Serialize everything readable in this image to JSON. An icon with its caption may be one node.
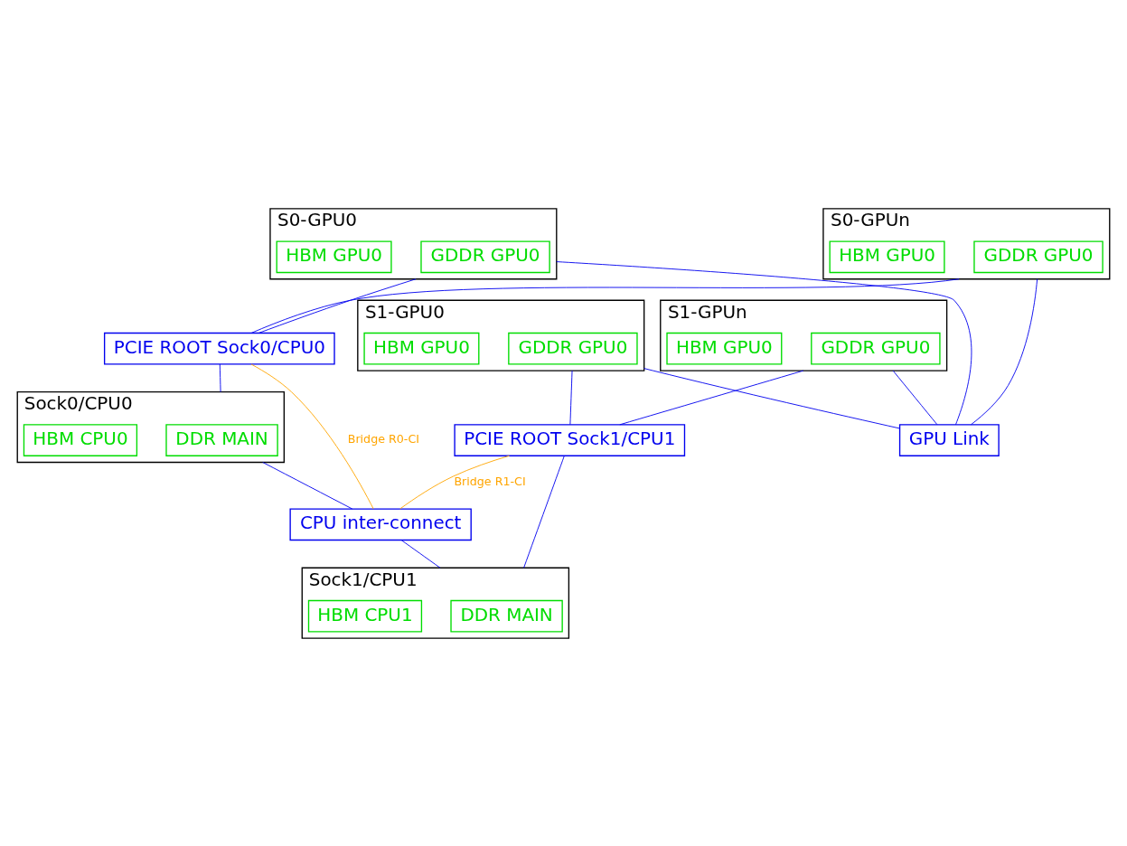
{
  "diagram": {
    "nodes": [
      {
        "text": [
          "S0-GPU0"
        ]
      },
      {
        "text": [
          "GDDR GPU0"
        ],
        "in": 0
      },
      {
        "text": [
          "HBM GPU0"
        ],
        "in": 0
      },
      {
        "text": [
          "S1-GPU0"
        ]
      },
      {
        "text": [
          "GDDR GPU0"
        ],
        "in": 3
      },
      {
        "text": [
          "HBM GPU0"
        ],
        "in": 3
      },
      {
        "text": [
          "GPU Link"
        ]
      },
      {
        "text": [
          "S0-GPUn"
        ]
      },
      {
        "text": [
          "GDDR GPU0"
        ],
        "in": 7
      },
      {
        "text": [
          "HBM GPU0"
        ],
        "in": 7
      },
      {
        "text": [
          "S1-GPUn"
        ]
      },
      {
        "text": [
          "GDDR GPU0"
        ],
        "in": 10
      },
      {
        "text": [
          "HBM GPU0"
        ],
        "in": 10
      },
      {
        "text": [
          "PCIE ROOT Sock0/CPU0"
        ]
      },
      {
        "text": [
          "PCIE ROOT Sock1/CPU1"
        ]
      },
      {
        "text": [
          "Sock0/CPU0"
        ]
      },
      {
        "text": [
          "DDR MAIN"
        ],
        "in": 15
      },
      {
        "text": [
          "HBM CPU0"
        ],
        "in": 15
      },
      {
        "text": [
          "CPU inter-connect"
        ]
      },
      {
        "text": [
          "Sock1/CPU1"
        ]
      },
      {
        "text": [
          "DDR MAIN"
        ],
        "in": 19
      },
      {
        "text": [
          "HBM CPU1"
        ],
        "in": 19
      }
    ],
    "edges": [
      {
        "from": 0,
        "to": 6,
        "arrow": "none"
      },
      {
        "from": 3,
        "to": 6,
        "arrow": "none"
      },
      {
        "from": 7,
        "to": 6,
        "arrow": "none"
      },
      {
        "from": 10,
        "to": 6,
        "arrow": "none"
      },
      {
        "from": 0,
        "to": 13,
        "arrow": "none"
      },
      {
        "from": 7,
        "to": 13,
        "arrow": "none"
      },
      {
        "from": 3,
        "to": 14,
        "arrow": "none"
      },
      {
        "from": 10,
        "to": 14,
        "arrow": "none"
      },
      {
        "from": 13,
        "to": 15,
        "arrow": "none"
      },
      {
        "from": 14,
        "to": 19,
        "arrow": "none"
      },
      {
        "from": 13,
        "to": 18,
        "arrow": "none",
        "label": "Bridge R0-CI",
        "color": "#ffa500"
      },
      {
        "from": 14,
        "to": 18,
        "arrow": "none",
        "label": "Bridge R1-CI",
        "color": "#ffa500"
      },
      {
        "from": 15,
        "to": 18,
        "arrow": "none"
      },
      {
        "from": 18,
        "to": 19,
        "arrow": "none"
      }
    ]
  }
}
